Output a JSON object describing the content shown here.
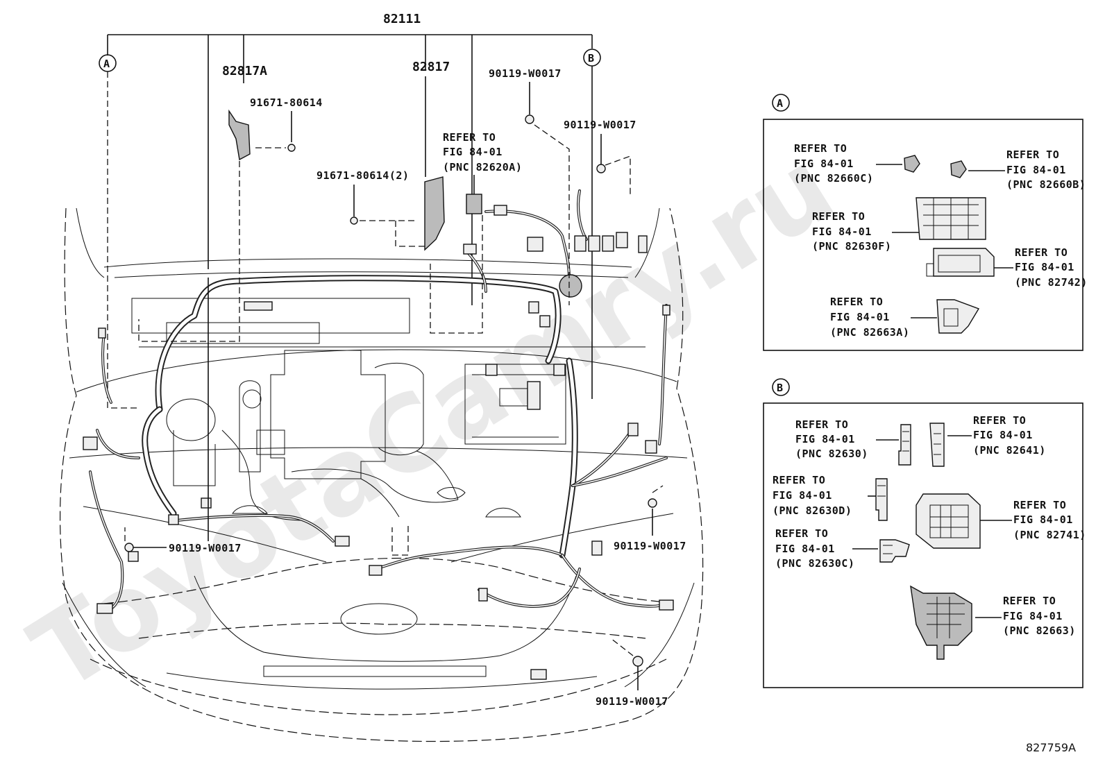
{
  "watermark": "ToyotaCamry.ru",
  "figure_code": "827759A",
  "main_part": "82111",
  "callouts": {
    "a": "A",
    "b": "B"
  },
  "left_labels": {
    "p82817a": "82817A",
    "p82817": "82817",
    "clamp1": "91671-80614",
    "clamp2": "91671-80614(2)",
    "bolt_top": "90119-W0017",
    "bolt_right_top": "90119-W0017",
    "bolt_left": "90119-W0017",
    "bolt_right_mid": "90119-W0017",
    "bolt_bottom": "90119-W0017",
    "ref_center": [
      "REFER TO",
      "FIG 84-01",
      "(PNC 82620A)"
    ]
  },
  "panel_a": {
    "refs": [
      [
        "REFER TO",
        "FIG 84-01",
        "(PNC 82660C)"
      ],
      [
        "REFER TO",
        "FIG 84-01",
        "(PNC 82660B)"
      ],
      [
        "REFER TO",
        "FIG 84-01",
        "(PNC 82630F)"
      ],
      [
        "REFER TO",
        "FIG 84-01",
        "(PNC 82742)"
      ],
      [
        "REFER TO",
        "FIG 84-01",
        "(PNC 82663A)"
      ]
    ]
  },
  "panel_b": {
    "refs": [
      [
        "REFER TO",
        "FIG 84-01",
        "(PNC 82630)"
      ],
      [
        "REFER TO",
        "FIG 84-01",
        "(PNC 82641)"
      ],
      [
        "REFER TO",
        "FIG 84-01",
        "(PNC 82630D)"
      ],
      [
        "REFER TO",
        "FIG 84-01",
        "(PNC 82741)"
      ],
      [
        "REFER TO",
        "FIG 84-01",
        "(PNC 82630C)"
      ],
      [
        "REFER TO",
        "FIG 84-01",
        "(PNC 82663)"
      ]
    ]
  }
}
